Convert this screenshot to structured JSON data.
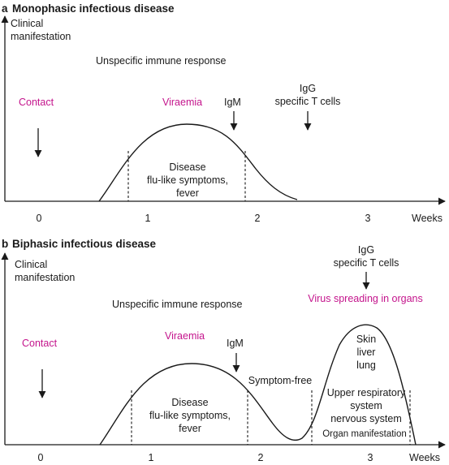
{
  "panel_a": {
    "letter": "a",
    "title": "Monophasic infectious disease",
    "y_axis_label": [
      "Clinical",
      "manifestation"
    ],
    "x_axis_label": "Weeks",
    "ticks": [
      "0",
      "1",
      "2",
      "3"
    ],
    "immune_response": "Unspecific immune response",
    "contact": "Contact",
    "viraemia": "Viraemia",
    "igm": "IgM",
    "igg": [
      "IgG",
      "specific T cells"
    ],
    "disease": [
      "Disease",
      "flu-like symptoms,",
      "fever"
    ]
  },
  "panel_b": {
    "letter": "b",
    "title": "Biphasic infectious disease",
    "y_axis_label": [
      "Clinical",
      "manifestation"
    ],
    "x_axis_label": "Weeks",
    "ticks": [
      "0",
      "1",
      "2",
      "3"
    ],
    "immune_response": "Unspecific immune response",
    "contact": "Contact",
    "viraemia": "Viraemia",
    "igm": "IgM",
    "igg": [
      "IgG",
      "specific T cells"
    ],
    "virus_spreading": "Virus spreading in organs",
    "disease": [
      "Disease",
      "flu-like symptoms,",
      "fever"
    ],
    "symptom_free": "Symptom-free",
    "organs": [
      "Skin",
      "liver",
      "lung"
    ],
    "systems": [
      "Upper respiratory",
      "system",
      "nervous system"
    ],
    "organ_manifestation": "Organ manifestation"
  },
  "colors": {
    "accent": "#c4148c",
    "ink": "#1a1a1a"
  }
}
